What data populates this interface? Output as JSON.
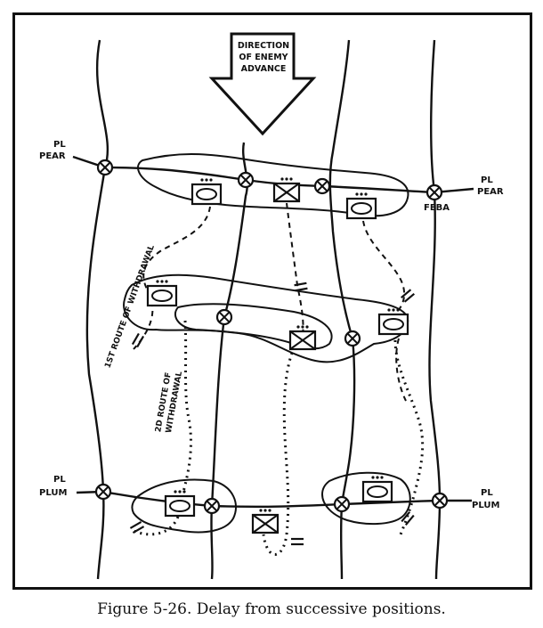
{
  "caption": "Figure 5-26.  Delay from successive positions.",
  "arrow": {
    "line1": "DIRECTION",
    "line2": "OF ENEMY",
    "line3": "ADVANCE"
  },
  "phase_lines": {
    "pear_left": [
      "PL",
      "PEAR"
    ],
    "pear_right": [
      "PL",
      "PEAR"
    ],
    "feba": "FEBA",
    "plum_left": [
      "PL",
      "PLUM"
    ],
    "plum_right": [
      "PL",
      "PLUM"
    ]
  },
  "routes": {
    "first": "1ST ROUTE OF WITHDRAWAL",
    "second_line1": "2D ROUTE OF",
    "second_line2": "WITHDRAWAL"
  },
  "unit_size_marker": "•••",
  "icons": {
    "checkpoint": "circled-x-icon",
    "armor_unit": "armor-unit-icon",
    "infantry_unit": "infantry-unit-icon",
    "boundary": "unit-boundary-icon"
  },
  "colors": {
    "ink": "#111111",
    "paper": "#ffffff"
  }
}
